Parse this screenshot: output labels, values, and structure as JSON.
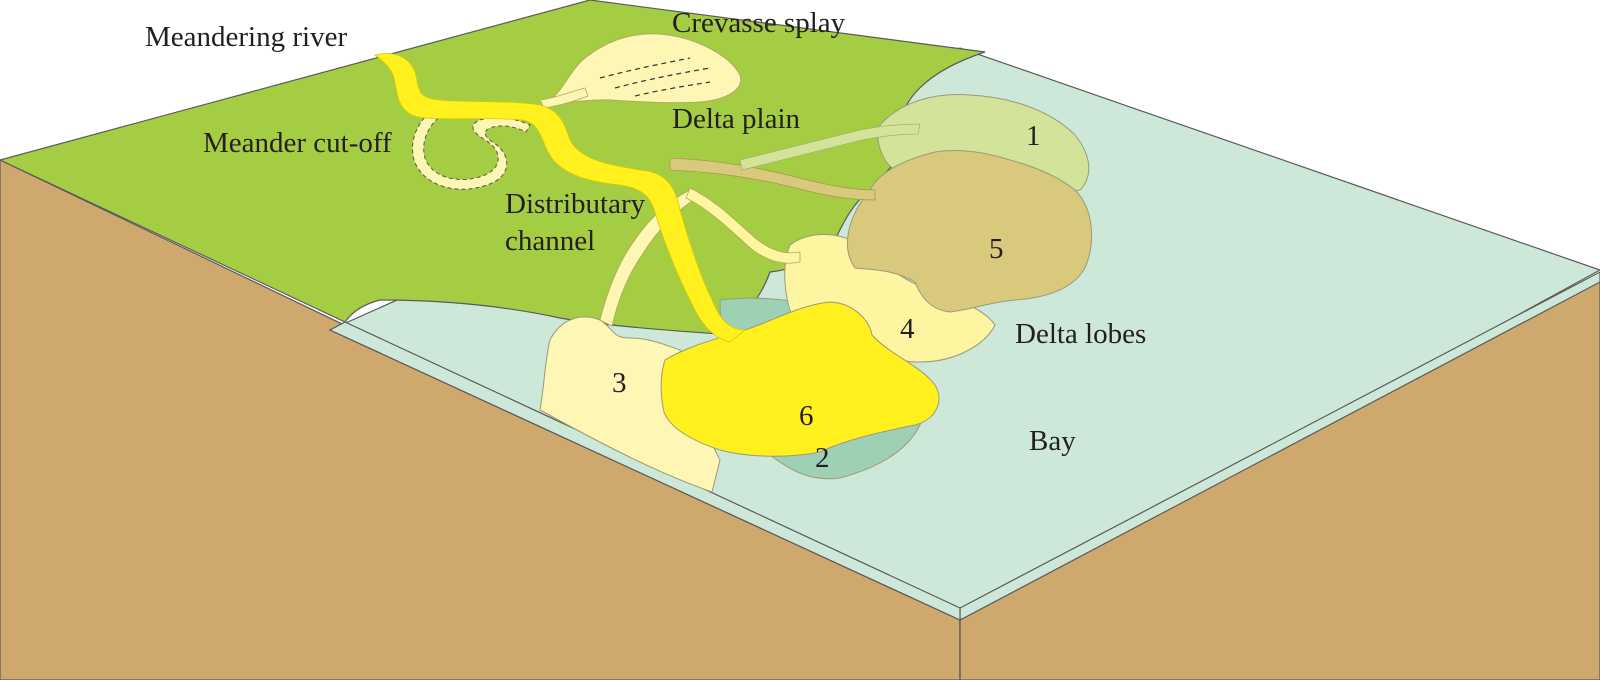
{
  "labels": {
    "meandering_river": "Meandering river",
    "crevasse_splay": "Crevasse splay",
    "meander_cutoff": "Meander cut-off",
    "delta_plain": "Delta plain",
    "distributary_channel_line1": "Distributary",
    "distributary_channel_line2": "channel",
    "delta_lobes": "Delta lobes",
    "bay": "Bay"
  },
  "lobes": {
    "lobe_1": "1",
    "lobe_2": "2",
    "lobe_3": "3",
    "lobe_4": "4",
    "lobe_5": "5",
    "lobe_6": "6"
  },
  "colors": {
    "delta_plain": "#a5cd44",
    "bay": "#cde8d8",
    "block_side": "#cfa86e",
    "river": "#fff01e",
    "splay": "#fdf6b4",
    "lobe_1": "#d3e49a",
    "lobe_2": "#9ed0b4",
    "lobe_3": "#fdf6b4",
    "lobe_4": "#fef5a0",
    "lobe_5": "#d8c97c",
    "lobe_6": "#fff01e"
  }
}
